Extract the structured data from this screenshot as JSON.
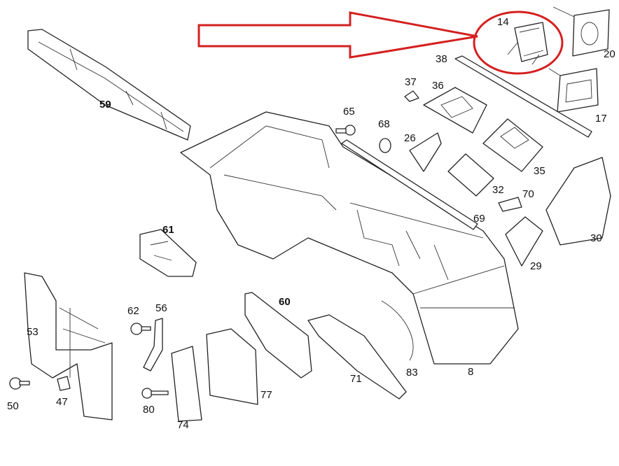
{
  "title": "Rear bumper parts diagram",
  "highlight_color": "#d42020",
  "highlighted_part": "14",
  "labels": {
    "p14": "14",
    "p20": "20",
    "p38": "38",
    "p17": "17",
    "p59": "59",
    "p37": "37",
    "p36": "36",
    "p65": "65",
    "p68": "68",
    "p26": "26",
    "p35": "35",
    "p32": "32",
    "p70": "70",
    "p69": "69",
    "p30": "30",
    "p29": "29",
    "p61": "61",
    "p62": "62",
    "p56": "56",
    "p60": "60",
    "p53": "53",
    "p50": "50",
    "p47": "47",
    "p80": "80",
    "p74": "74",
    "p77": "77",
    "p71": "71",
    "p83": "83",
    "p8": "8"
  }
}
